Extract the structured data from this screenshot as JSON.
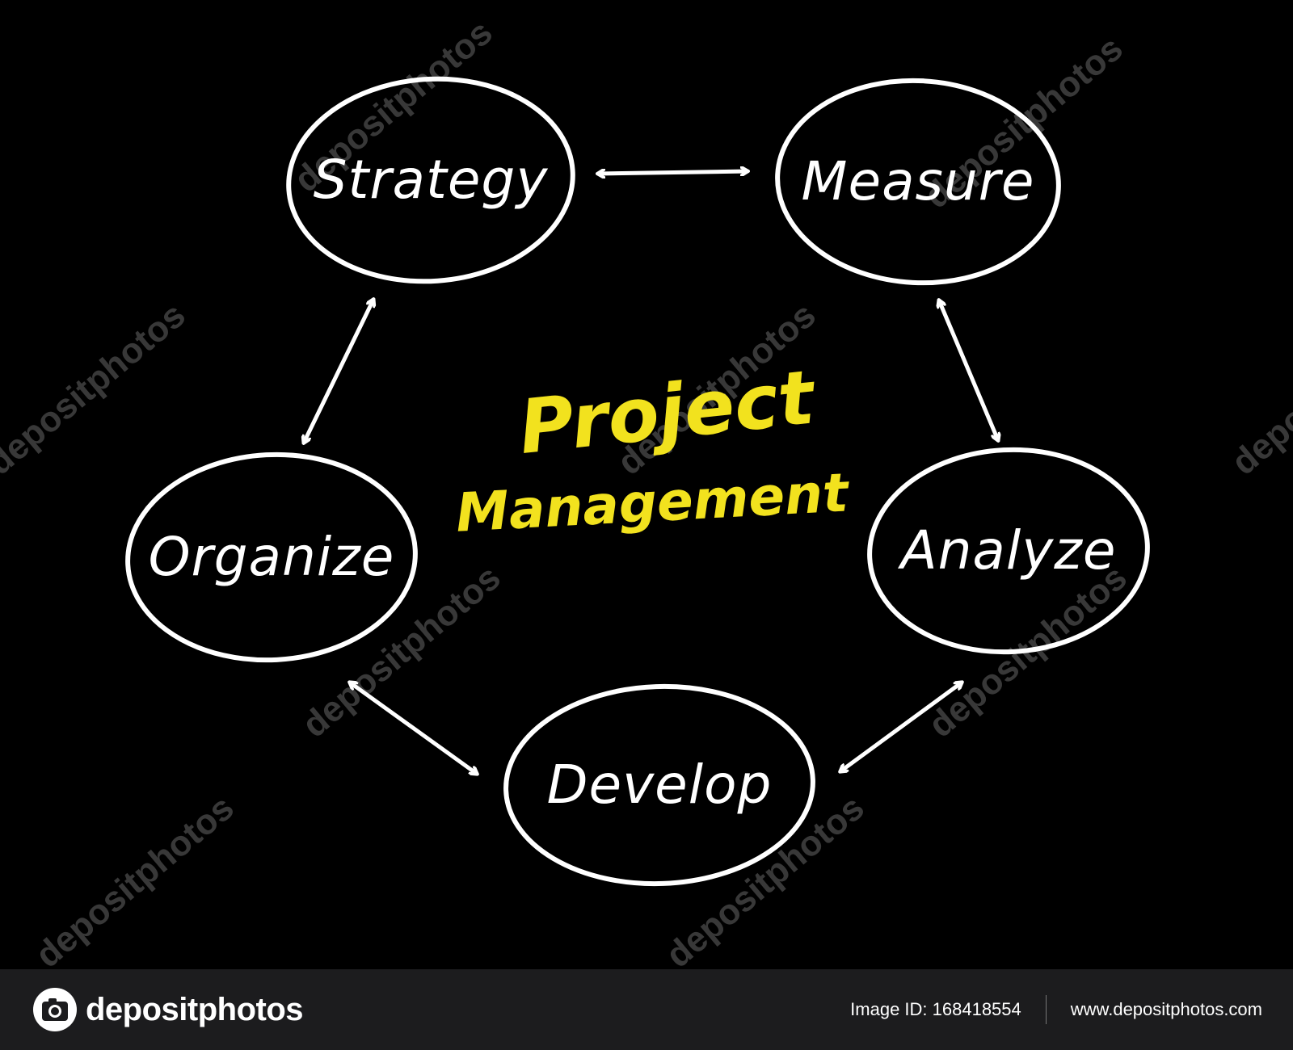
{
  "diagram": {
    "center": {
      "line1": "Project",
      "line2": "Management"
    },
    "nodes": {
      "strategy": "Strategy",
      "measure": "Measure",
      "analyze": "Analyze",
      "develop": "Develop",
      "organize": "Organize"
    },
    "colors": {
      "background": "#000000",
      "stroke": "#ffffff",
      "title": "#f2e21e"
    }
  },
  "watermark": {
    "text": "depositphotos"
  },
  "footer": {
    "brand": "depositphotos",
    "image_id": "Image ID: 168418554",
    "url": "www.depositphotos.com"
  }
}
